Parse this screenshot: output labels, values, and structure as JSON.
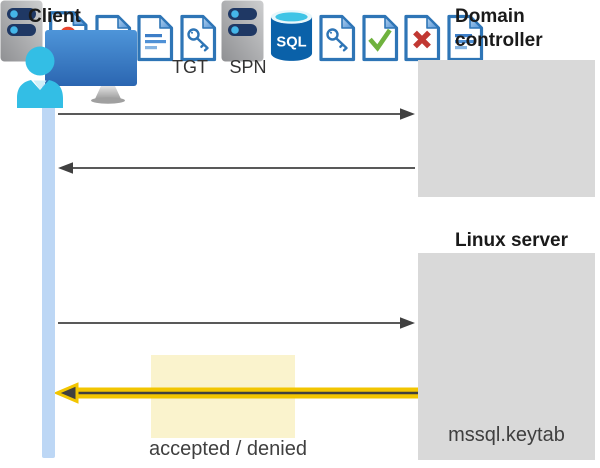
{
  "diagram": {
    "client": {
      "label": "Client"
    },
    "domain_controller": {
      "label": "Domain controller"
    },
    "linux_server": {
      "label": "Linux server"
    },
    "tgt_label": "TGT",
    "spn_label": "SPN",
    "sql_badge": "SQL",
    "keytab_label": "mssql.keytab",
    "result_label": "accepted / denied"
  },
  "icons": {
    "client": "user-at-monitor-icon",
    "domain_controller": "server-rack-icon",
    "linux_server": "server-rack-icon",
    "tgt": "document-icon",
    "spn": "document-icon",
    "ticket_granted": "key-document-icon",
    "service_ticket": "key-document-icon",
    "certificate": "certificate-document-icon",
    "sql": "sql-database-icon",
    "accepted": "check-document-icon",
    "denied": "x-document-icon",
    "keytab": "document-icon"
  },
  "colors": {
    "document_blue": "#2E75B6",
    "document_lines": "#4F91D6",
    "timeline_blue": "#BDD7F5",
    "panel_gray": "#D9D9D9",
    "server_pill_navy": "#1F3864",
    "server_led_blue": "#45B6E8",
    "sql_blue": "#0A61A9",
    "sql_top_cyan": "#3FC4E6",
    "accept_green": "#6FB23E",
    "deny_red": "#C13832",
    "highlight_yellow": "#FAF3CD",
    "arrow_yellow": "#F2C500",
    "arrow_gray": "#595959",
    "person_cyan": "#33BEE5"
  }
}
